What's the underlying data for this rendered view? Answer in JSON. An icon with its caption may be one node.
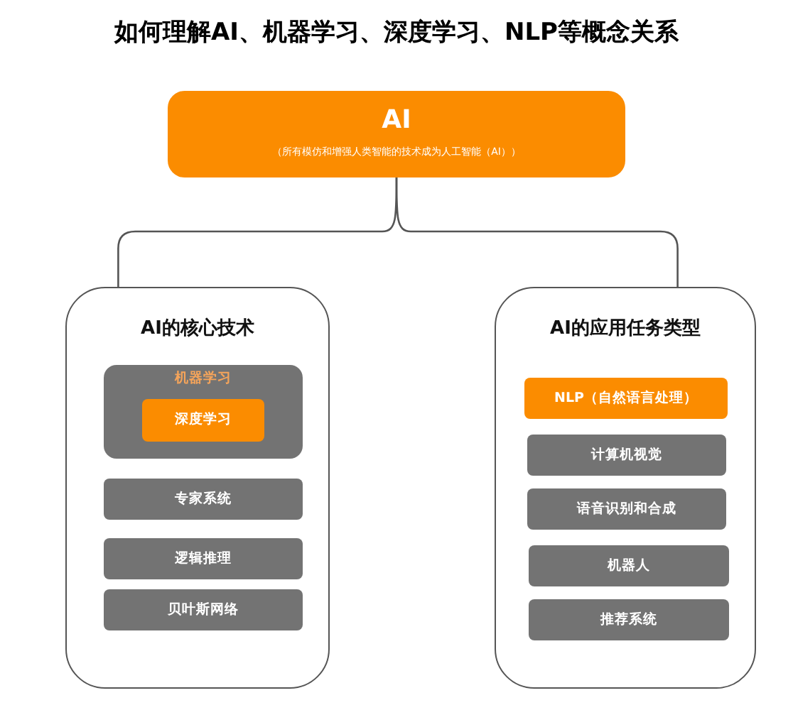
{
  "diagram": {
    "title": "如何理解AI、机器学习、深度学习、NLP等概念关系",
    "nodes": [
      {
        "text": [
          "AI",
          "（所有模仿和增强人类智能的技术成为人工智能（AI））"
        ]
      },
      {
        "text": [
          "AI的核心技术"
        ]
      },
      {
        "text": [
          "机器学习"
        ],
        "in": 1
      },
      {
        "text": [
          "深度学习"
        ],
        "in": 2
      },
      {
        "text": [
          "专家系统"
        ],
        "in": 1
      },
      {
        "text": [
          "逻辑推理"
        ],
        "in": 1
      },
      {
        "text": [
          "贝叶斯网络"
        ],
        "in": 1
      },
      {
        "text": [
          "AI的应用任务类型"
        ]
      },
      {
        "text": [
          "NLP（自然语言处理）"
        ],
        "in": 7
      },
      {
        "text": [
          "计算机视觉"
        ],
        "in": 7
      },
      {
        "text": [
          "语音识别和合成"
        ],
        "in": 7
      },
      {
        "text": [
          "机器人"
        ],
        "in": 7
      },
      {
        "text": [
          "推荐系统"
        ],
        "in": 7
      }
    ],
    "edges": [
      {
        "from": 0,
        "to": 1,
        "arrow": "none"
      },
      {
        "from": 0,
        "to": 7,
        "arrow": "none"
      }
    ]
  }
}
